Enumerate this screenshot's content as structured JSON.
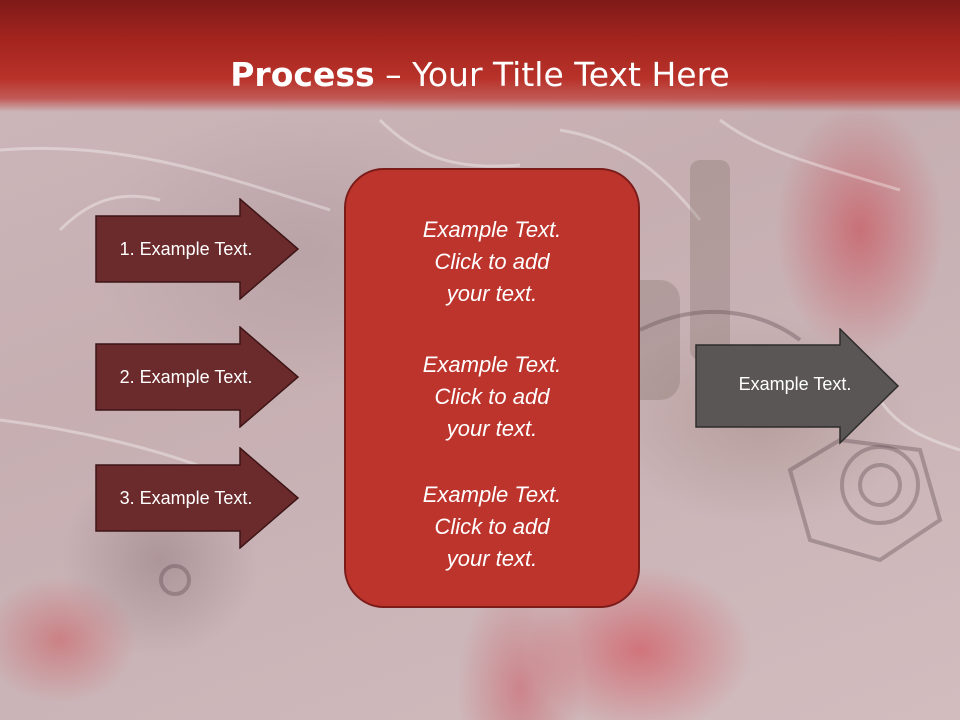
{
  "slide": {
    "title_bold": "Process",
    "title_rest": " – Your Title Text Here"
  },
  "left_items": [
    {
      "label": "1. Example Text."
    },
    {
      "label": "2. Example Text."
    },
    {
      "label": "3. Example Text."
    }
  ],
  "center_blocks": [
    {
      "line1": "Example Text.",
      "line2": "Click  to add",
      "line3": "your text."
    },
    {
      "line1": "Example Text.",
      "line2": "Click  to add",
      "line3": "your text."
    },
    {
      "line1": "Example Text.",
      "line2": "Click  to add",
      "line3": "your text."
    }
  ],
  "right_item": {
    "label": "Example Text."
  },
  "colors": {
    "header": "#a3241f",
    "left_arrow_fill": "#6b2a2b",
    "center_box_fill": "#bd342d",
    "right_arrow_fill": "#5a5656"
  }
}
